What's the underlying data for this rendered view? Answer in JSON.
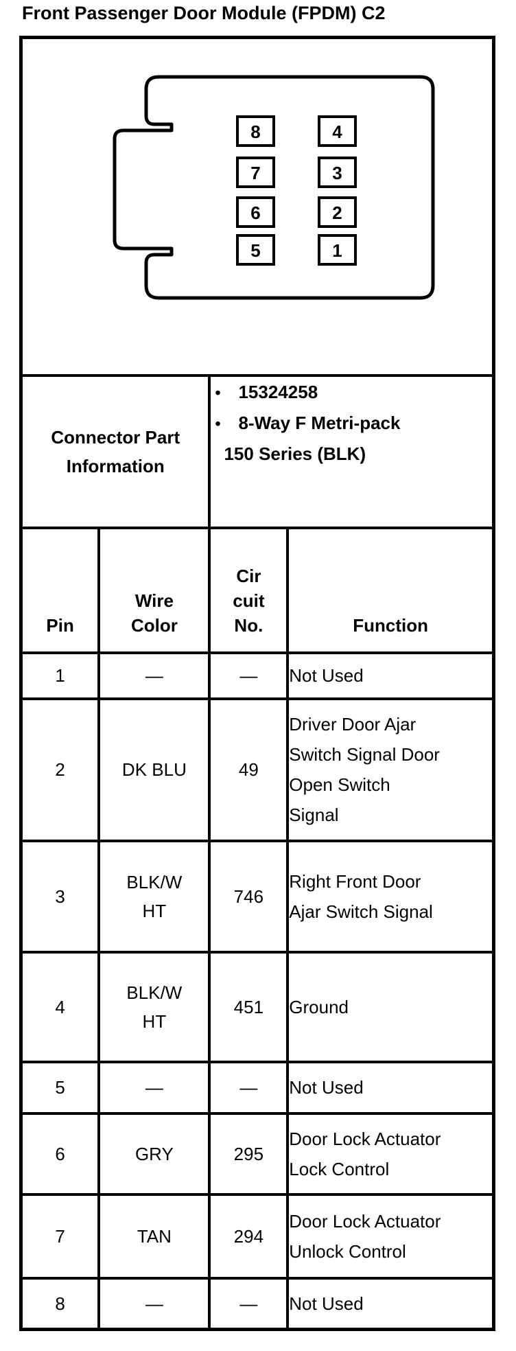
{
  "title": "Front Passenger Door Module (FPDM) C2",
  "colors": {
    "line": "#000000",
    "background": "#ffffff"
  },
  "connector_diagram": {
    "pins_left_column": [
      "8",
      "7",
      "6",
      "5"
    ],
    "pins_right_column": [
      "4",
      "3",
      "2",
      "1"
    ]
  },
  "part_info": {
    "label": "Connector Part\nInformation",
    "bullet_char": "•",
    "bullets": [
      "15324258",
      "8-Way F Metri-pack"
    ],
    "continuation": "150 Series (BLK)"
  },
  "pinout_table": {
    "headers": {
      "pin": "Pin",
      "wire_color": "Wire\nColor",
      "circuit_no": "Cir\ncuit\nNo.",
      "function": "Function"
    },
    "rows": [
      {
        "pin": "1",
        "wire_color": "—",
        "circuit_no": "—",
        "function": "Not Used"
      },
      {
        "pin": "2",
        "wire_color": "DK BLU",
        "circuit_no": "49",
        "function": "Driver Door Ajar\nSwitch Signal Door\nOpen Switch\nSignal"
      },
      {
        "pin": "3",
        "wire_color": "BLK/W\nHT",
        "circuit_no": "746",
        "function": "Right Front Door\nAjar Switch Signal"
      },
      {
        "pin": "4",
        "wire_color": "BLK/W\nHT",
        "circuit_no": "451",
        "function": "Ground"
      },
      {
        "pin": "5",
        "wire_color": "—",
        "circuit_no": "—",
        "function": "Not Used"
      },
      {
        "pin": "6",
        "wire_color": "GRY",
        "circuit_no": "295",
        "function": "Door Lock Actuator\nLock Control"
      },
      {
        "pin": "7",
        "wire_color": "TAN",
        "circuit_no": "294",
        "function": "Door Lock Actuator\nUnlock Control"
      },
      {
        "pin": "8",
        "wire_color": "—",
        "circuit_no": "—",
        "function": "Not Used"
      }
    ]
  }
}
